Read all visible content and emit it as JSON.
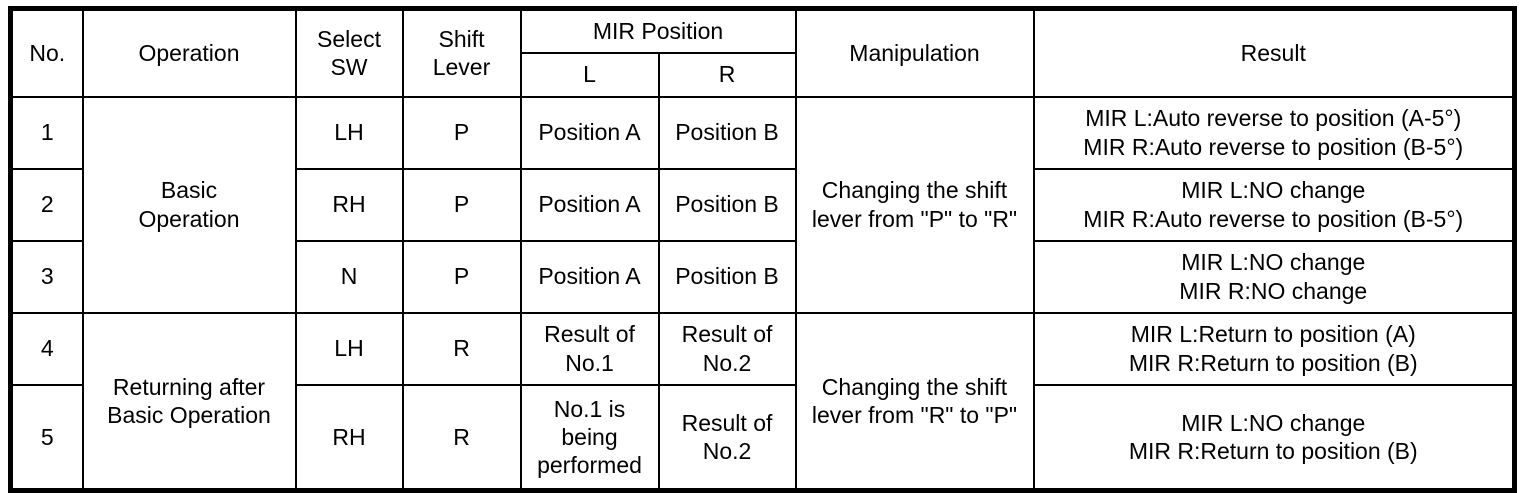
{
  "table": {
    "headers": {
      "no": "No.",
      "operation": "Operation",
      "select_sw": "Select\nSW",
      "select_sw_line1": "Select",
      "select_sw_line2": "SW",
      "shift_lever_line1": "Shift",
      "shift_lever_line2": "Lever",
      "mir_position": "MIR Position",
      "mir_l": "L",
      "mir_r": "R",
      "manipulation": "Manipulation",
      "result": "Result"
    },
    "groups": [
      {
        "operation_line1": "Basic",
        "operation_line2": "Operation",
        "manipulation_line1": "Changing the shift",
        "manipulation_line2": "lever from \"P\" to \"R\""
      },
      {
        "operation_line1": "Returning after",
        "operation_line2": "Basic Operation",
        "manipulation_line1": "Changing the shift",
        "manipulation_line2": "lever from \"R\" to \"P\""
      }
    ],
    "rows": [
      {
        "no": "1",
        "select_sw": "LH",
        "shift_lever": "P",
        "mir_l": "Position A",
        "mir_r": "Position B",
        "result_line1": "MIR L:Auto reverse to position (A-5°)",
        "result_line2": "MIR R:Auto reverse to position (B-5°)"
      },
      {
        "no": "2",
        "select_sw": "RH",
        "shift_lever": "P",
        "mir_l": "Position A",
        "mir_r": "Position B",
        "result_line1": "MIR L:NO change",
        "result_line2": "MIR R:Auto reverse to position (B-5°)"
      },
      {
        "no": "3",
        "select_sw": "N",
        "shift_lever": "P",
        "mir_l": "Position A",
        "mir_r": "Position B",
        "result_line1": "MIR L:NO change",
        "result_line2": "MIR R:NO change"
      },
      {
        "no": "4",
        "select_sw": "LH",
        "shift_lever": "R",
        "mir_l_line1": "Result of",
        "mir_l_line2": "No.1",
        "mir_r_line1": "Result of",
        "mir_r_line2": "No.2",
        "result_line1": "MIR L:Return to position (A)",
        "result_line2": "MIR R:Return to position (B)"
      },
      {
        "no": "5",
        "select_sw": "RH",
        "shift_lever": "R",
        "mir_l_line1": "No.1 is",
        "mir_l_line2": "being",
        "mir_l_line3": "performed",
        "mir_r_line1": "Result of",
        "mir_r_line2": "No.2",
        "result_line1": "MIR L:NO change",
        "result_line2": "MIR R:Return to position (B)"
      }
    ]
  },
  "colors": {
    "border": "#000000",
    "background": "#ffffff",
    "text": "#000000"
  }
}
